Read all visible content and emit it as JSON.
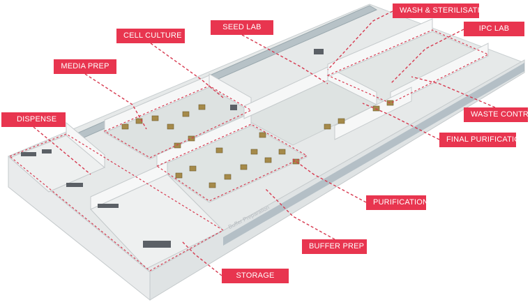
{
  "callouts": {
    "wash": "WASH & STERILISATION",
    "ipc": "IPC LAB",
    "seed": "SEED LAB",
    "cell": "CELL CULTURE",
    "media": "MEDIA PREP",
    "dispense": "DISPENSE",
    "waste": "WASTE CONTROL",
    "final": "FINAL PURIFICATION",
    "purification": "PURIFICATION",
    "buffer": "BUFFER PREP",
    "storage": "STORAGE"
  },
  "wall_sign": "Buffer Preparation",
  "colors": {
    "callout": "#e8354f",
    "dashed_line": "#d7394f",
    "floor": "#dfe4e3",
    "wall": "#f4f5f5",
    "glass": "#8fa3ad",
    "equipment": "#a58a4a"
  }
}
